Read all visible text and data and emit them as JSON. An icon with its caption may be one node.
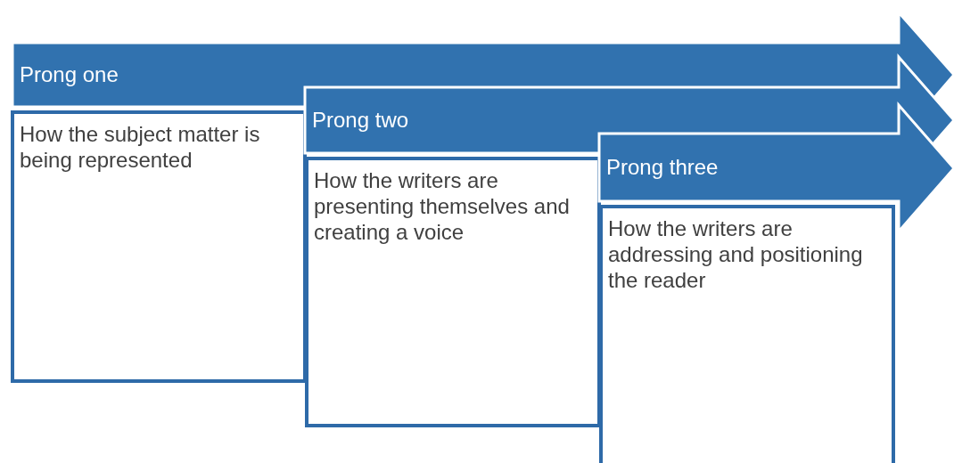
{
  "diagram": {
    "nodes": [
      {
        "text": [
          "Prong one"
        ]
      },
      {
        "text": [
          "How the subject matter is being represented"
        ]
      },
      {
        "text": [
          "Prong two"
        ]
      },
      {
        "text": [
          "How the writers are presenting themselves and creating a voice"
        ]
      },
      {
        "text": [
          "Prong three"
        ]
      },
      {
        "text": [
          "How the writers are addressing and positioning the reader"
        ]
      }
    ],
    "edges": []
  }
}
